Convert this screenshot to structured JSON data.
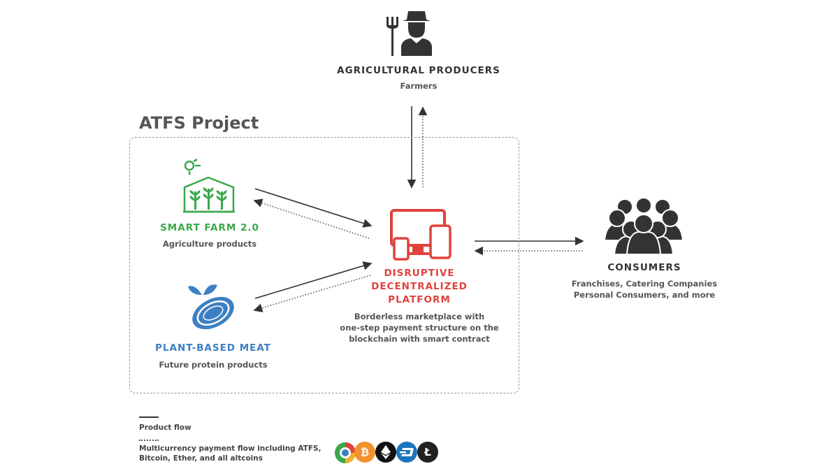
{
  "project": {
    "title": "ATFS Project"
  },
  "nodes": {
    "producers": {
      "title": "AGRICULTURAL PRODUCERS",
      "subtitle": "Farmers"
    },
    "smart_farm": {
      "title": "SMART FARM 2.0",
      "subtitle": "Agriculture products"
    },
    "plant_meat": {
      "title": "PLANT-BASED MEAT",
      "subtitle": "Future protein products"
    },
    "platform": {
      "title_line1": "DISRUPTIVE",
      "title_line2": "DECENTRALIZED",
      "title_line3": "PLATFORM",
      "desc_line1": "Borderless marketplace with",
      "desc_line2": "one-step payment structure on the",
      "desc_line3": "blockchain with smart contract"
    },
    "consumers": {
      "title": "CONSUMERS",
      "subtitle_line1": "Franchises, Catering Companies",
      "subtitle_line2": "Personal Consumers, and more"
    }
  },
  "legend": {
    "product_flow": "Product flow",
    "payment_flow_line1": "Multicurrency payment flow including ATFS,",
    "payment_flow_line2": "Bitcoin, Ether, and all altcoins"
  },
  "colors": {
    "green": "#3aa84a",
    "blue": "#3c7fc4",
    "red": "#e0423c",
    "dark": "#333333"
  },
  "icons": {
    "producers": "farmer-icon",
    "smart_farm": "greenhouse-icon",
    "plant_meat": "plant-meat-icon",
    "platform": "devices-icon",
    "consumers": "crowd-icon",
    "coins": [
      "atfs-coin-icon",
      "bitcoin-icon",
      "ether-icon",
      "dash-icon",
      "litecoin-icon"
    ]
  }
}
